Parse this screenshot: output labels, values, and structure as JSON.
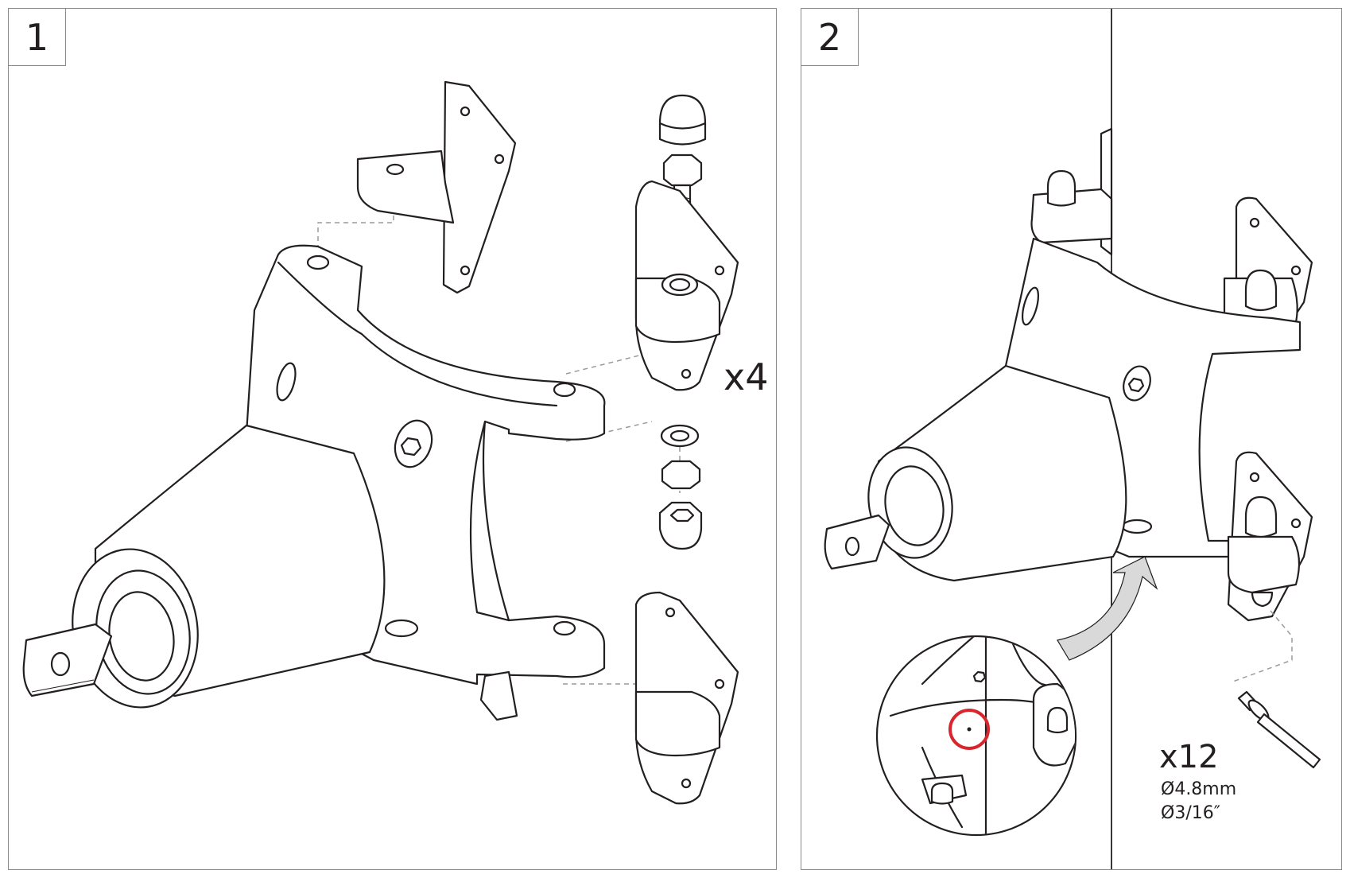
{
  "steps": [
    {
      "number": "1",
      "quantity": "x4"
    },
    {
      "number": "2",
      "quantity": "x12",
      "rivet_diameter_mm": "Ø4.8mm",
      "rivet_diameter_in": "Ø3/16″"
    }
  ],
  "colors": {
    "outline": "#231f20",
    "frame": "#8a8a8a",
    "highlight": "#d7262e",
    "callout": "#d9d9d9"
  },
  "icons": [
    "hex-bolt-icon",
    "acorn-nut-icon",
    "hex-nut-icon",
    "washer-icon",
    "rivet-icon",
    "mounting-bracket-icon"
  ]
}
